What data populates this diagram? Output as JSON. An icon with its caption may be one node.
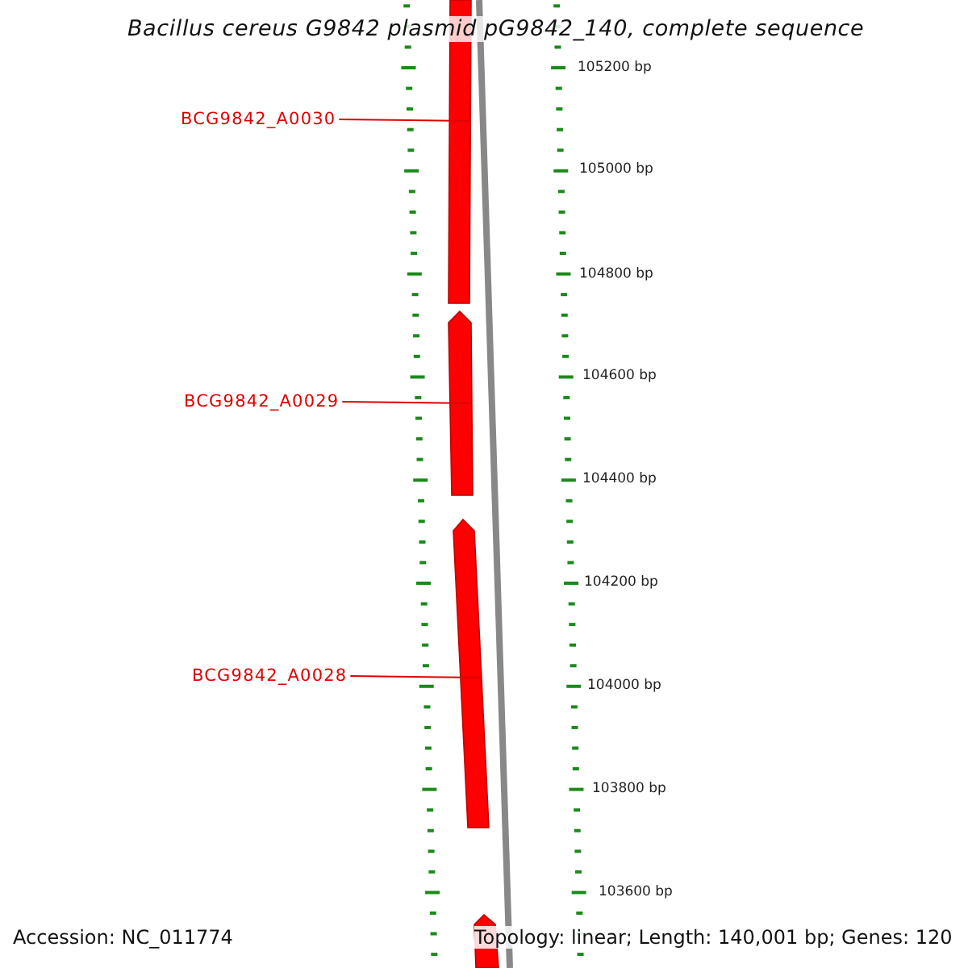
{
  "diagram": {
    "title": "Bacillus cereus G9842 plasmid pG9842_140, complete sequence",
    "nodes": [
      {
        "text": [
          "BCG9842_A0030"
        ]
      },
      {
        "text": [],
        "shape": "bar"
      },
      {
        "text": [
          "BCG9842_A0029"
        ]
      },
      {
        "text": [],
        "shape": "bar"
      },
      {
        "text": [
          "BCG9842_A0028"
        ]
      },
      {
        "text": [],
        "shape": "bar"
      },
      {
        "text": [],
        "shape": "bar"
      }
    ],
    "edges": [
      {
        "from": 0,
        "to": 1,
        "arrow": "none"
      },
      {
        "from": 2,
        "to": 3,
        "arrow": "none"
      },
      {
        "from": 4,
        "to": 5,
        "arrow": "none"
      }
    ],
    "labels": [
      "105200 bp",
      "105000 bp",
      "104800 bp",
      "104600 bp",
      "104400 bp",
      "104200 bp",
      "104000 bp",
      "103800 bp",
      "103600 bp",
      "Accession: NC_011774",
      "Topology: linear; Length: 140,001 bp; Genes: 120"
    ]
  }
}
